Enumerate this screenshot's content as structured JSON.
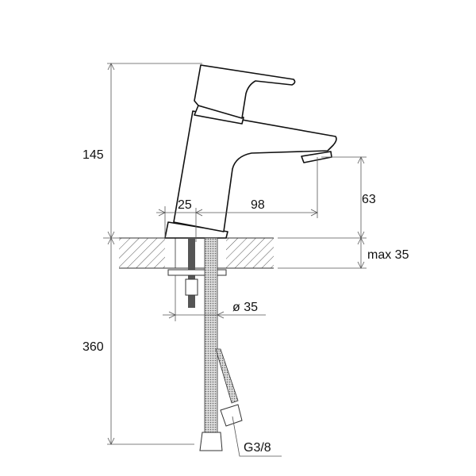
{
  "dimensions": {
    "total_height": "145",
    "below_counter": "360",
    "base_offset": "25",
    "spout_reach": "98",
    "spout_height": "63",
    "counter_thickness": "max 35",
    "hole_diameter": "ø 35",
    "connection_thread": "G3/8"
  }
}
